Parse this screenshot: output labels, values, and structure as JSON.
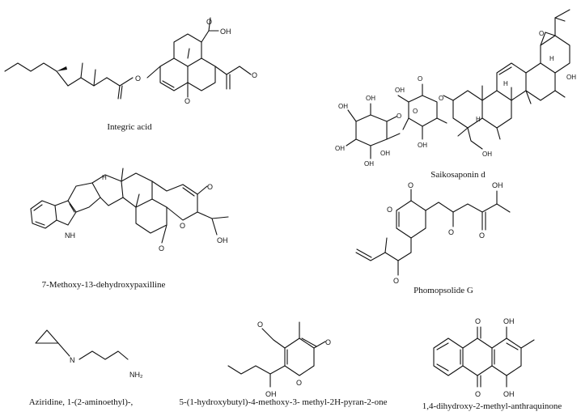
{
  "figure": {
    "compounds": [
      {
        "name": "Integric acid",
        "atoms": {
          "oh": "OH",
          "o": "O"
        }
      },
      {
        "name": "Saikosaponin d",
        "atoms": {
          "oh": "OH",
          "o": "O",
          "h": "H"
        }
      },
      {
        "name": "7-Methoxy-13-dehydroxypaxilline",
        "atoms": {
          "nh": "NH",
          "oh": "OH",
          "o": "O",
          "h": "H"
        }
      },
      {
        "name": "Phomopsolide G",
        "atoms": {
          "oh": "OH",
          "o": "O"
        }
      },
      {
        "name": "Aziridine, 1-(2-aminoethyl)-,",
        "atoms": {
          "n": "N",
          "nh2": "NH₂"
        }
      },
      {
        "name": "5-(1-hydroxybutyl)-4-methoxy-3- methyl-2H-pyran-2-one",
        "atoms": {
          "oh": "OH",
          "o": "O"
        }
      },
      {
        "name": "1,4-dihydroxy-2-methyl-anthraquinone",
        "atoms": {
          "oh": "OH",
          "o": "O"
        }
      }
    ]
  }
}
